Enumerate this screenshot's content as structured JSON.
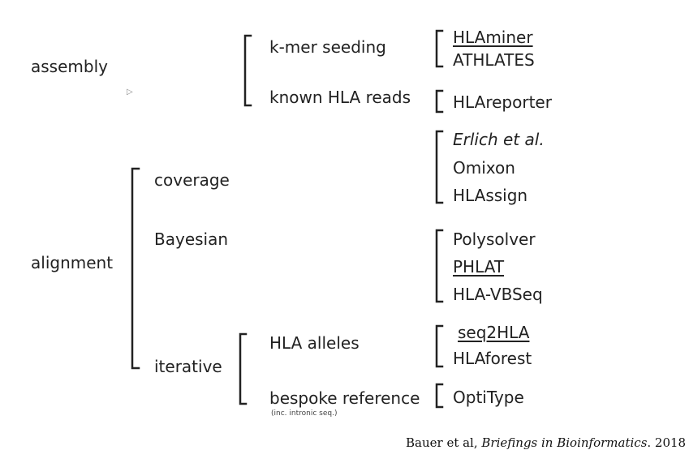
{
  "level1": {
    "assembly": "assembly",
    "alignment": "alignment"
  },
  "level2": {
    "kmer": "k-mer seeding",
    "known_reads": "known HLA reads",
    "coverage": "coverage",
    "bayesian": "Bayesian",
    "iterative": "iterative"
  },
  "level3": {
    "hla_alleles": "HLA alleles",
    "bespoke": "bespoke reference",
    "bespoke_note": "(inc. intronic seq.)"
  },
  "tools": {
    "hlaminer": "HLAminer",
    "athlates": "ATHLATES",
    "hlareporter": "HLAreporter",
    "erlich": "Erlich et al.",
    "omixon": "Omixon",
    "hlassign": "HLAssign",
    "polysolver": "Polysolver",
    "phlat": "PHLAT",
    "hlavbseq": "HLA-VBSeq",
    "seq2hla": "seq2HLA",
    "hlaforest": "HLAforest",
    "optitype": "OptiType"
  },
  "citation": {
    "authors": "Bauer et al, ",
    "journal": "Briefings in Bioinformatics",
    "year": ". 2018"
  }
}
